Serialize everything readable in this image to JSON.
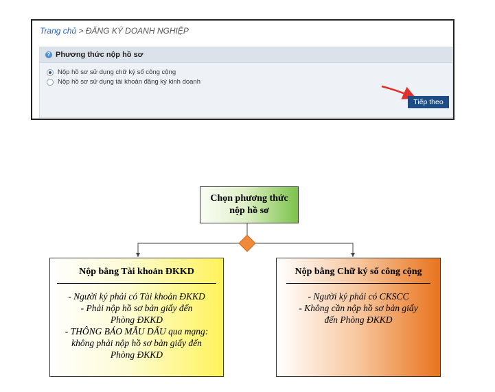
{
  "breadcrumb": {
    "home": "Trang chủ",
    "separator": " > ",
    "current": "ĐĂNG KÝ DOANH NGHIỆP"
  },
  "section": {
    "title": "Phương thức nộp hồ sơ",
    "options": [
      {
        "label": "Nộp hồ sơ sử dụng chữ ký số công cộng",
        "checked": true
      },
      {
        "label": "Nộp hồ sơ sử dụng tài khoản đăng ký kinh doanh",
        "checked": false
      }
    ],
    "next_button": "Tiếp theo"
  },
  "flow": {
    "top": {
      "line1": "Chọn phương thức",
      "line2": "nộp hồ sơ"
    },
    "left": {
      "title": "Nộp bằng Tài khoản ĐKKD",
      "lines": [
        "- Người ký phải có Tài khoản ĐKKD",
        "- Phải nộp hồ sơ bản giấy đến",
        "Phòng ĐKKD",
        "- THÔNG BÁO MẪU DẤU qua mạng:",
        "không phải nộp hồ sơ bản giấy đến",
        "Phòng ĐKKD"
      ]
    },
    "right": {
      "title": "Nộp bằng Chữ ký số công cộng",
      "lines": [
        "- Người ký phải có CKSCC",
        "- Không cần nộp hồ sơ bản giấy",
        "đến Phòng ĐKKD"
      ]
    }
  },
  "colors": {
    "link": "#2a62b8",
    "button": "#1e4d86",
    "arrow": "#e0312a",
    "top_box_green": "#7cc24a",
    "left_box_yellow": "#fff35a",
    "right_box_orange": "#e8731e",
    "diamond": "#f08a3a"
  }
}
